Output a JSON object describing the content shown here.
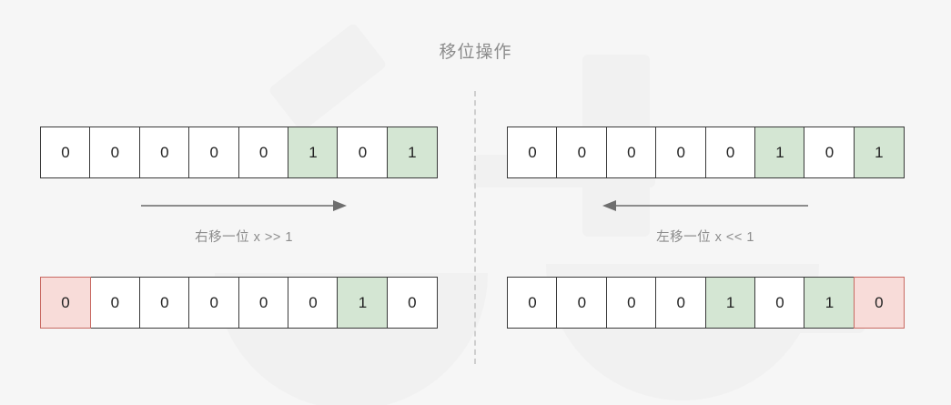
{
  "title": "移位操作",
  "colors": {
    "background": "#f6f6f6",
    "cell_border": "#3a3a3a",
    "cell_fill": "#ffffff",
    "highlight_green": "#d4e6d3",
    "highlight_red": "#f8dcd9",
    "red_border": "#c86a63",
    "text_muted": "#8c8c8c",
    "divider": "#cfcfcf",
    "watermark": "#f1f1f1"
  },
  "divider": {
    "style": "vertical-dashed"
  },
  "panels": {
    "left": {
      "operation_label": "右移一位 x >> 1",
      "arrow_direction": "right",
      "arrow_icon": "arrow-right-icon",
      "input": {
        "bits": [
          "0",
          "0",
          "0",
          "0",
          "0",
          "1",
          "0",
          "1"
        ],
        "states": [
          "normal",
          "normal",
          "normal",
          "normal",
          "normal",
          "green",
          "normal",
          "green"
        ]
      },
      "output": {
        "bits": [
          "0",
          "0",
          "0",
          "0",
          "0",
          "0",
          "1",
          "0"
        ],
        "states": [
          "red",
          "normal",
          "normal",
          "normal",
          "normal",
          "normal",
          "green",
          "normal"
        ]
      }
    },
    "right": {
      "operation_label": "左移一位 x << 1",
      "arrow_direction": "left",
      "arrow_icon": "arrow-left-icon",
      "input": {
        "bits": [
          "0",
          "0",
          "0",
          "0",
          "0",
          "1",
          "0",
          "1"
        ],
        "states": [
          "normal",
          "normal",
          "normal",
          "normal",
          "normal",
          "green",
          "normal",
          "green"
        ]
      },
      "output": {
        "bits": [
          "0",
          "0",
          "0",
          "0",
          "1",
          "0",
          "1",
          "0"
        ],
        "states": [
          "normal",
          "normal",
          "normal",
          "normal",
          "green",
          "normal",
          "green",
          "red"
        ]
      }
    }
  }
}
